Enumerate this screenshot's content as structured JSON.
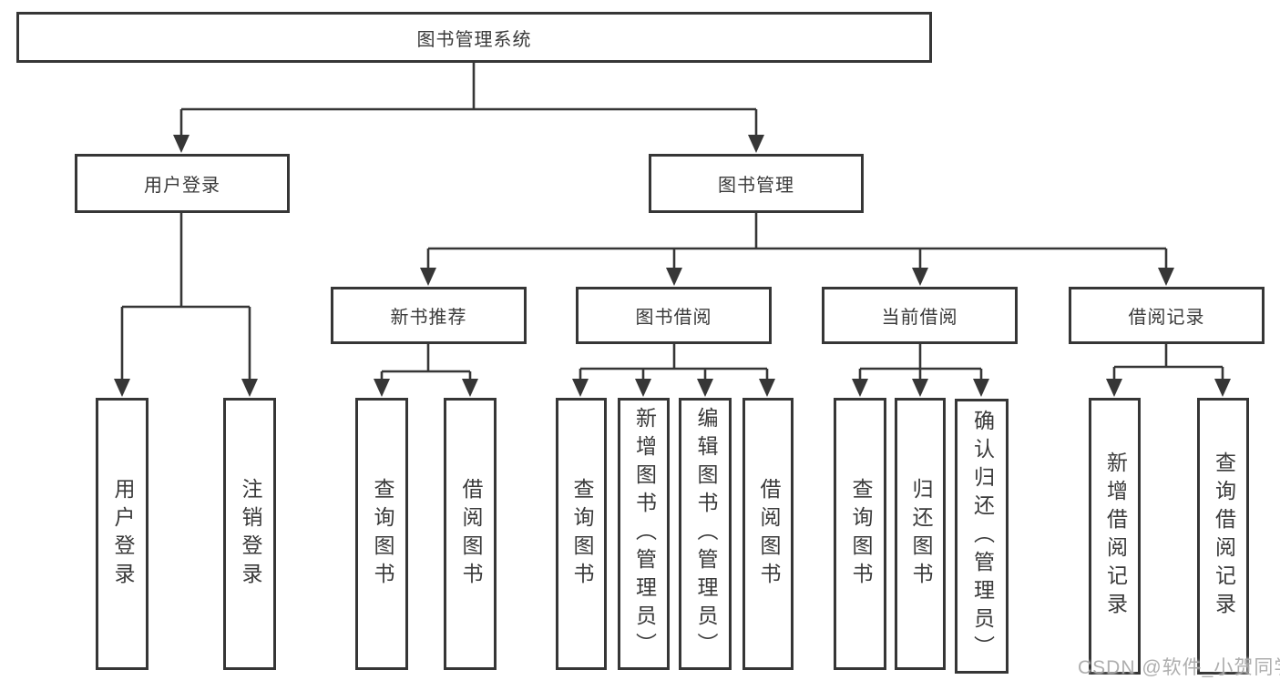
{
  "diagram_type": "hierarchy-tree",
  "hierarchy": {
    "label": "图书管理系统",
    "children": [
      {
        "label": "用户登录",
        "children": [
          {
            "label": "用户登录"
          },
          {
            "label": "注销登录"
          }
        ]
      },
      {
        "label": "图书管理",
        "children": [
          {
            "label": "新书推荐",
            "children": [
              {
                "label": "查询图书"
              },
              {
                "label": "借阅图书"
              }
            ]
          },
          {
            "label": "图书借阅",
            "children": [
              {
                "label": "查询图书"
              },
              {
                "label": "新增图书（管理员）"
              },
              {
                "label": "编辑图书（管理员）"
              },
              {
                "label": "借阅图书"
              }
            ]
          },
          {
            "label": "当前借阅",
            "children": [
              {
                "label": "查询图书"
              },
              {
                "label": "归还图书"
              },
              {
                "label": "确认归还（管理员）"
              }
            ]
          },
          {
            "label": "借阅记录",
            "children": [
              {
                "label": "新增借阅记录"
              },
              {
                "label": "查询借阅记录"
              }
            ]
          }
        ]
      }
    ]
  },
  "watermark": "CSDN @软件_小贺同学",
  "colors": {
    "line": "#363636",
    "box_border": "#363636",
    "text": "#3a3a3a",
    "watermark": "#a5a5a5",
    "background": "#ffffff"
  }
}
